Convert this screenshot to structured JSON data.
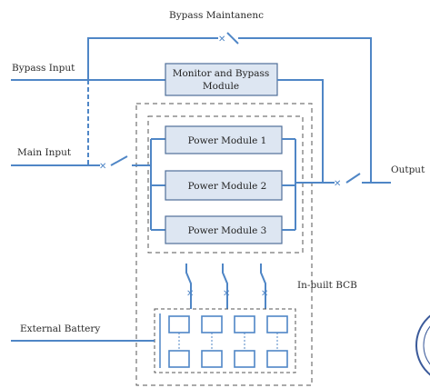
{
  "labels": {
    "bypass_maintenance": "Bypass Maintanenc",
    "bypass_input": "Bypass Input",
    "main_input": "Main Input",
    "output": "Output",
    "inbuilt_bcb": "In-built BCB",
    "external_battery": "External Battery"
  },
  "modules": {
    "monitor_line1": "Monitor and Bypass",
    "monitor_line2": "Module",
    "power_module_1": "Power Module 1",
    "power_module_2": "Power Module 2",
    "power_module_3": "Power Module 3"
  },
  "colors": {
    "line": "#4f86c6",
    "box_fill": "#dde6f2",
    "box_stroke": "#4f6f99",
    "dashed": "#555555"
  }
}
